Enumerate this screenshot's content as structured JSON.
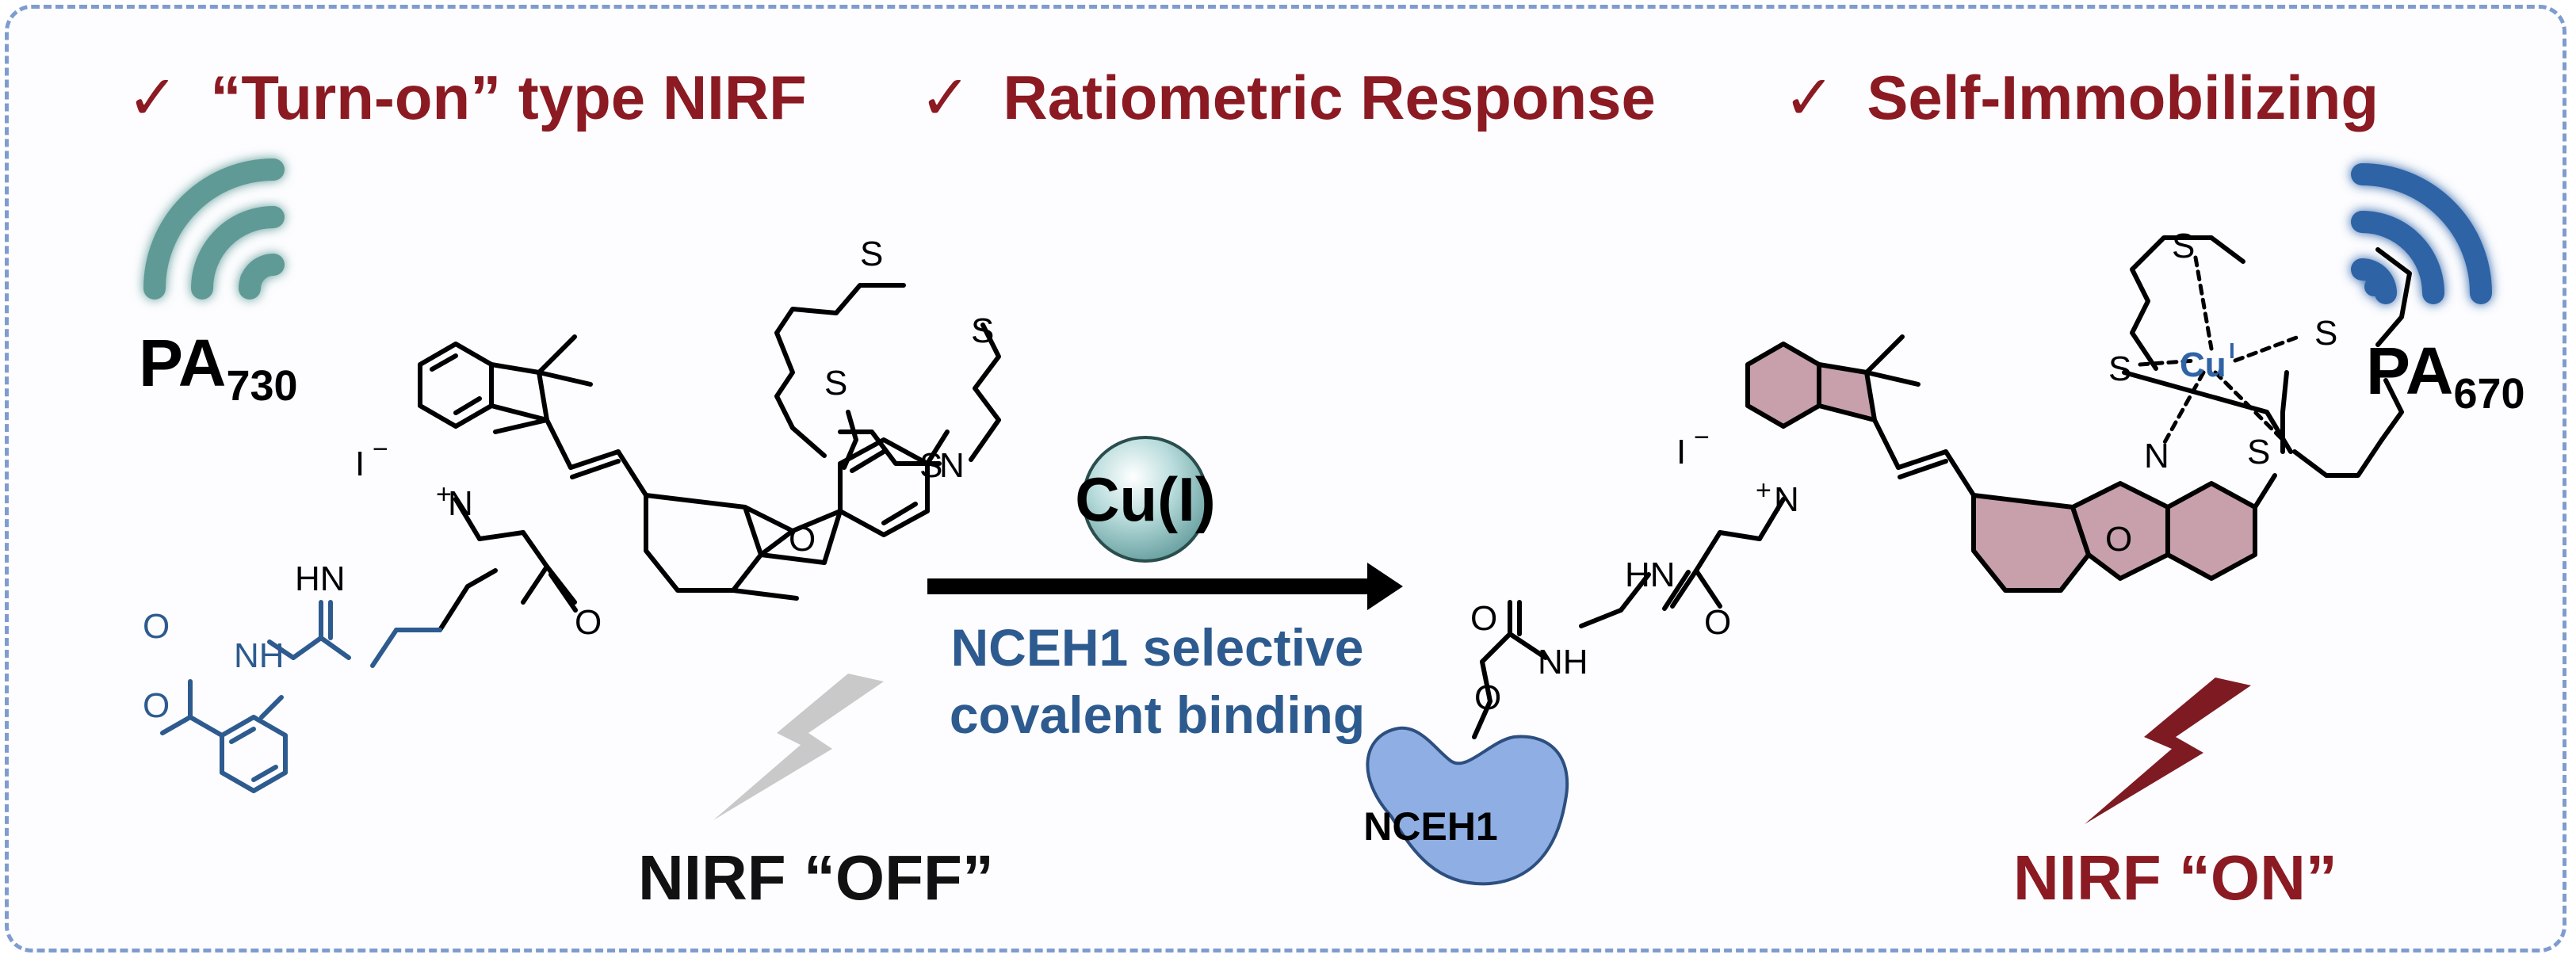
{
  "features": [
    {
      "check": "✓",
      "text": "“Turn-on” type NIRF"
    },
    {
      "check": "✓",
      "text": "Ratiometric Response"
    },
    {
      "check": "✓",
      "text": "Self-Immobilizing"
    }
  ],
  "pa_left": {
    "base": "PA",
    "sub": "730"
  },
  "pa_right": {
    "base": "PA",
    "sub": "670"
  },
  "reagent": "Cu(I)",
  "arrow_label_line1": "NCEH1 selective",
  "arrow_label_line2": "covalent binding",
  "enzyme": "NCEH1",
  "state_off": "NIRF “OFF”",
  "state_on": "NIRF “ON”",
  "atoms": {
    "iodide": "I",
    "minus": "−",
    "plus": "+",
    "nitrogen": "N",
    "oxygen": "O",
    "nh": "NH",
    "hn": "HN",
    "sulfur": "S",
    "copper": "Cu",
    "copper_ox": "I"
  },
  "colors": {
    "title_red": "#8b1a22",
    "blue_text": "#2d5b8f",
    "teal_signal": "#5f9a96",
    "blue_signal": "#2f63a6",
    "fused_ring_fill": "#c7a0ac",
    "enzyme_fill": "#8faee3",
    "frame": "#7f9ccf"
  }
}
